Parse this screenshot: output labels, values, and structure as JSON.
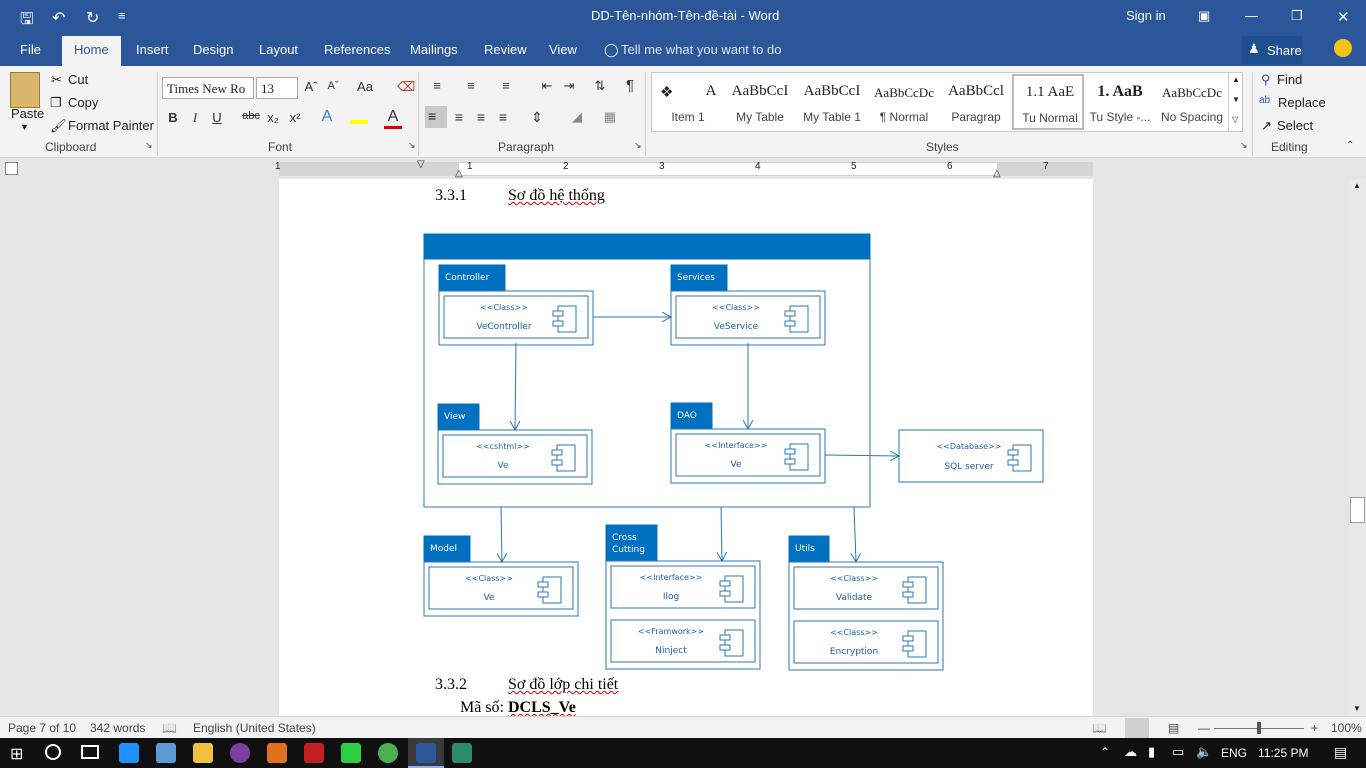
{
  "title_bar": {
    "doc_title": "DD-Tên-nhóm-Tên-đề-tài  -  Word",
    "sign_in": "Sign in"
  },
  "tabs": [
    "File",
    "Home",
    "Insert",
    "Design",
    "Layout",
    "References",
    "Mailings",
    "Review",
    "View"
  ],
  "tell_me": "Tell me what you want to do",
  "share": "Share",
  "clipboard": {
    "paste": "Paste",
    "cut": "Cut",
    "copy": "Copy",
    "format_painter": "Format Painter",
    "group": "Clipboard"
  },
  "font": {
    "name": "Times New Ro",
    "size": "13",
    "group": "Font"
  },
  "paragraph": {
    "group": "Paragraph"
  },
  "styles": {
    "group": "Styles",
    "items": [
      {
        "preview": "❖",
        "name": "Item 1"
      },
      {
        "preview": "A",
        "name": ""
      },
      {
        "preview": "AaBbCcI",
        "name": "My Table"
      },
      {
        "preview": "AaBbCcI",
        "name": "My Table 1"
      },
      {
        "preview": "AaBbCcDc",
        "name": "¶ Normal"
      },
      {
        "preview": "AaBbCcl",
        "name": "Paragrap"
      },
      {
        "preview": "1.1  AaE",
        "name": "Tu Normal"
      },
      {
        "preview": "1.  AaB",
        "name": "Tu Style -..."
      },
      {
        "preview": "AaBbCcDc",
        "name": "No Spacing"
      }
    ]
  },
  "editing": {
    "find": "Find",
    "replace": "Replace",
    "select": "Select",
    "group": "Editing"
  },
  "ruler_numbers": [
    "1",
    "1",
    "2",
    "3",
    "4",
    "5",
    "6",
    "7"
  ],
  "document": {
    "heading1": {
      "num": "3.3.1",
      "text": "Sơ đồ hệ thống"
    },
    "heading2": {
      "num": "3.3.2",
      "text": "Sơ đồ lớp chi tiết"
    },
    "code_line": {
      "label": "Mã số: ",
      "value": "DCLS_Ve"
    }
  },
  "diagram": {
    "packages": [
      {
        "id": "controller",
        "label": "Controller",
        "comps": [
          {
            "stereo": "<<Class>>",
            "name": "VeController"
          }
        ]
      },
      {
        "id": "services",
        "label": "Services",
        "comps": [
          {
            "stereo": "<<Class>>",
            "name": "VeService"
          }
        ]
      },
      {
        "id": "view",
        "label": "View",
        "comps": [
          {
            "stereo": "<<cshtml>>",
            "name": "Ve"
          }
        ]
      },
      {
        "id": "dao",
        "label": "DAO",
        "comps": [
          {
            "stereo": "<<Interface>>",
            "name": "Ve"
          }
        ]
      },
      {
        "id": "model",
        "label": "Model",
        "comps": [
          {
            "stereo": "<<Class>>",
            "name": "Ve"
          }
        ]
      },
      {
        "id": "cross",
        "label": "Cross\nCutting",
        "comps": [
          {
            "stereo": "<<Interface>>",
            "name": "Ilog"
          },
          {
            "stereo": "<<Framwork>>",
            "name": "Ninject"
          }
        ]
      },
      {
        "id": "utils",
        "label": "Utils",
        "comps": [
          {
            "stereo": "<<Class>>",
            "name": "Validate"
          },
          {
            "stereo": "<<Class>>",
            "name": "Encryption"
          }
        ]
      }
    ],
    "database": {
      "stereo": "<<Database>>",
      "name": "SQL server"
    }
  },
  "status_bar": {
    "page": "Page 7 of 10",
    "words": "342 words",
    "language": "English (United States)",
    "zoom": "100%"
  },
  "taskbar": {
    "lang": "ENG",
    "time": "11:25 PM"
  },
  "colors": {
    "word_blue": "#2b579a",
    "diagram_blue": "#0070c0"
  }
}
